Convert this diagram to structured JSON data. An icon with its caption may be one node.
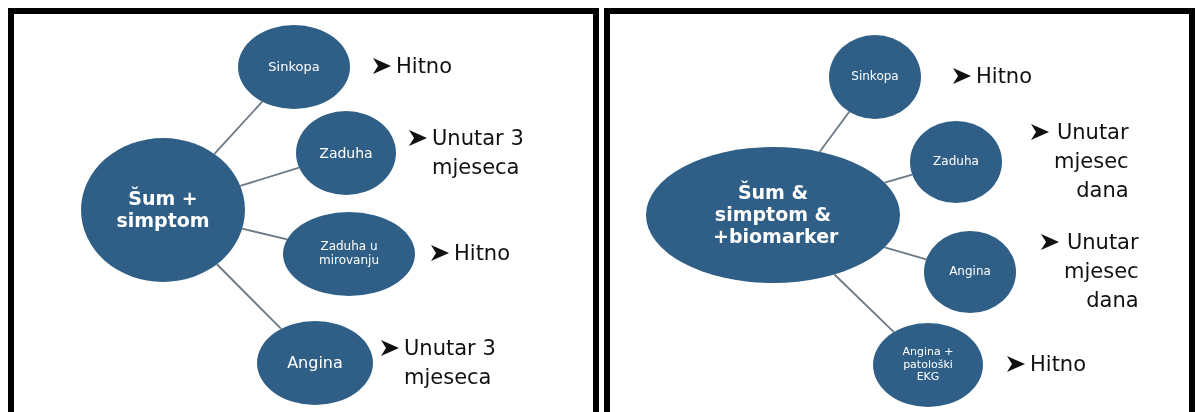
{
  "diagram": {
    "nodes": [
      {
        "text": [],
        "shape": "box"
      },
      {
        "text": [
          "Šum + simptom"
        ],
        "in": 0
      },
      {
        "text": [
          "Sinkopa"
        ],
        "in": 0,
        "beside": [
          "Hitno"
        ]
      },
      {
        "text": [
          "Zaduha"
        ],
        "in": 0,
        "beside": [
          "Unutar 3 mjeseca"
        ]
      },
      {
        "text": [
          "Zaduha u mirovanju"
        ],
        "in": 0,
        "beside": [
          "Hitno"
        ]
      },
      {
        "text": [
          "Angina"
        ],
        "in": 0,
        "beside": [
          "Unutar 3 mjeseca"
        ]
      },
      {
        "text": [],
        "shape": "box"
      },
      {
        "text": [
          "Šum & simptom & +biomarker"
        ],
        "in": 6
      },
      {
        "text": [
          "Sinkopa"
        ],
        "in": 6,
        "beside": [
          "Hitno"
        ]
      },
      {
        "text": [
          "Zaduha"
        ],
        "in": 6,
        "beside": [
          "Unutar mjesec dana"
        ]
      },
      {
        "text": [
          "Angina"
        ],
        "in": 6,
        "beside": [
          "Unutar mjesec dana"
        ]
      },
      {
        "text": [
          "Angina + patološki EKG"
        ],
        "in": 6,
        "beside": [
          "Hitno"
        ]
      }
    ],
    "edges": [
      {
        "from": 1,
        "to": 2,
        "arrow": "none"
      },
      {
        "from": 1,
        "to": 3,
        "arrow": "none"
      },
      {
        "from": 1,
        "to": 4,
        "arrow": "none"
      },
      {
        "from": 1,
        "to": 5,
        "arrow": "none"
      },
      {
        "from": 7,
        "to": 8,
        "arrow": "none"
      },
      {
        "from": 7,
        "to": 9,
        "arrow": "none"
      },
      {
        "from": 7,
        "to": 10,
        "arrow": "none"
      },
      {
        "from": 7,
        "to": 11,
        "arrow": "none"
      }
    ]
  }
}
